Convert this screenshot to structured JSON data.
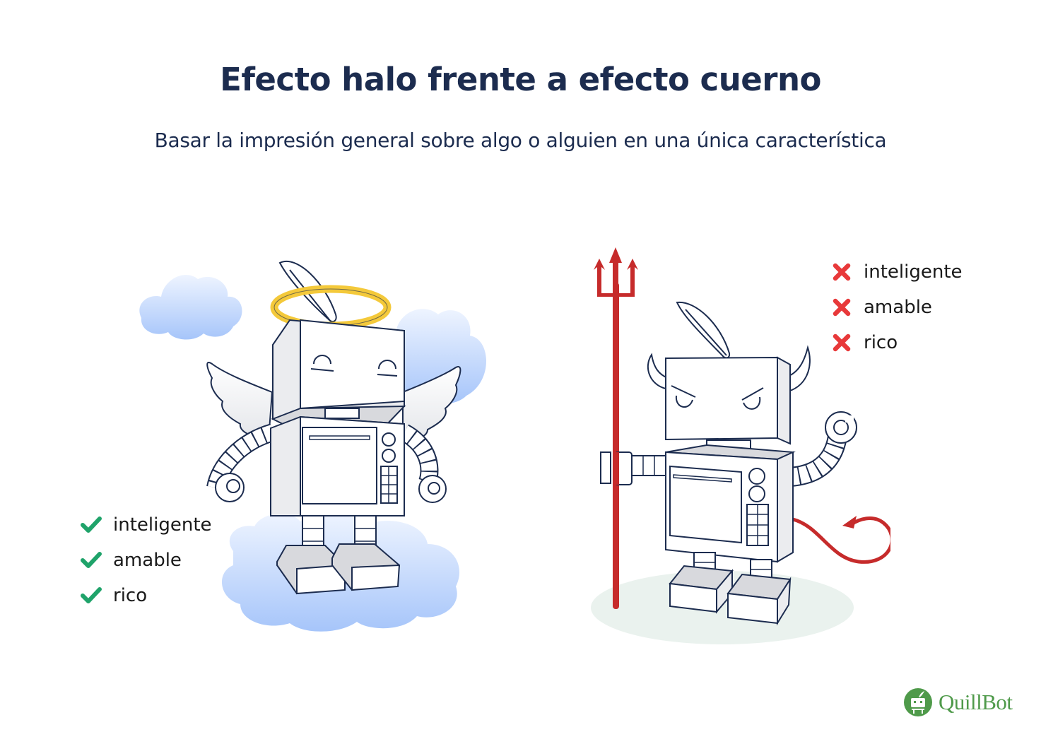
{
  "header": {
    "title": "Efecto halo frente a efecto cuerno",
    "subtitle": "Basar la impresión general sobre algo o alguien en una única característica"
  },
  "halo_panel": {
    "illustration": "angel-robot-with-halo-wings-on-cloud",
    "icon": "check-icon",
    "icon_color": "#1fa36a",
    "traits": [
      {
        "label": "inteligente"
      },
      {
        "label": "amable"
      },
      {
        "label": "rico"
      }
    ]
  },
  "horn_panel": {
    "illustration": "devil-robot-with-horns-trident-tail",
    "icon": "x-icon",
    "icon_color": "#e8393a",
    "traits": [
      {
        "label": "inteligente"
      },
      {
        "label": "amable"
      },
      {
        "label": "rico"
      }
    ]
  },
  "colors": {
    "title": "#1c2c4f",
    "outline": "#1c2c4f",
    "halo": "#f4c93a",
    "cloud_top": "#e6f0ff",
    "cloud_bottom": "#a9c8fb",
    "devil_red": "#c62b2b",
    "ground": "#eaf2ee",
    "brand_green": "#4f9a4a"
  },
  "brand": {
    "name": "QuillBot"
  }
}
